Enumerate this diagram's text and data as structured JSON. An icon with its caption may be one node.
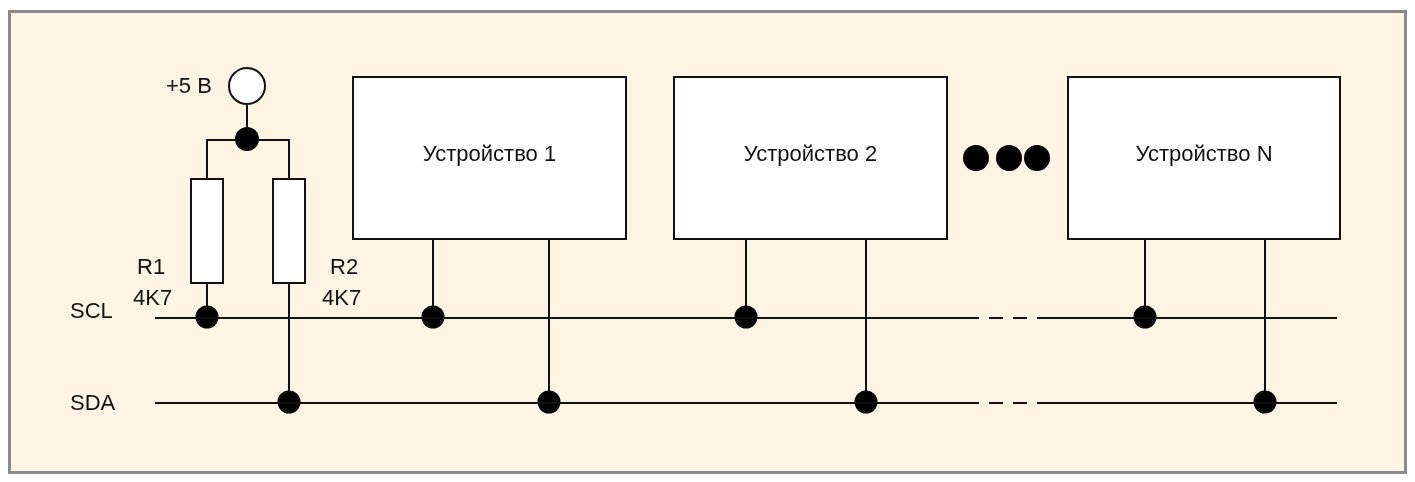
{
  "diagram": {
    "nodes": [
      {
        "text": [],
        "shape": "circle",
        "beside": [
          "+5 В"
        ]
      },
      {
        "text": [],
        "shape": "box",
        "beside": [
          "R1",
          "4K7"
        ]
      },
      {
        "text": [],
        "shape": "box",
        "beside": [
          "R2",
          "4K7"
        ]
      },
      {
        "text": [
          "Устройство 1"
        ]
      },
      {
        "text": [
          "Устройство 2"
        ]
      },
      {
        "text": [
          "Устройство N"
        ]
      },
      {
        "text": [],
        "shape": "bar",
        "beside": [
          "SCL"
        ]
      },
      {
        "text": [],
        "shape": "bar",
        "beside": [
          "SDA"
        ]
      }
    ],
    "edges": [
      {
        "from": 0,
        "to": 1,
        "arrow": "none"
      },
      {
        "from": 0,
        "to": 2,
        "arrow": "none"
      },
      {
        "from": 1,
        "to": 6,
        "arrow": "other"
      },
      {
        "from": 2,
        "to": 7,
        "arrow": "other"
      },
      {
        "from": 3,
        "to": 6,
        "arrow": "other"
      },
      {
        "from": 3,
        "to": 7,
        "arrow": "other"
      },
      {
        "from": 4,
        "to": 6,
        "arrow": "other"
      },
      {
        "from": 4,
        "to": 7,
        "arrow": "other"
      },
      {
        "from": 5,
        "to": 6,
        "arrow": "other"
      },
      {
        "from": 5,
        "to": 7,
        "arrow": "other"
      }
    ]
  }
}
